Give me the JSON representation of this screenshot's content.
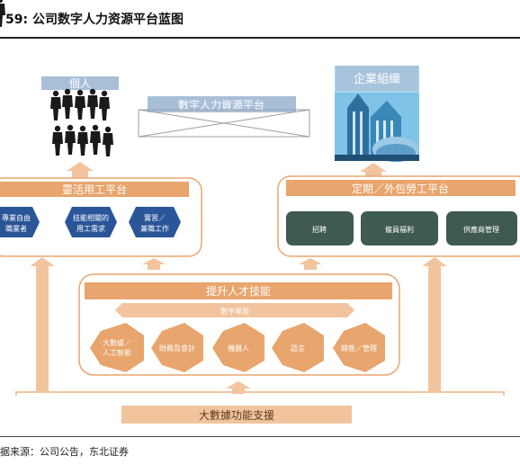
{
  "header": {
    "title": "59:  公司数字人力资源平台蓝图"
  },
  "footer": {
    "source": "据来源：公司公告，东北证券"
  },
  "diagram": {
    "individuals_label": "個人",
    "platform_label": "數字人力資源平台",
    "enterprise_label": "企業組織",
    "flex_platform": {
      "title": "靈活用工平台",
      "items": [
        "專業自由職業者",
        "技能相關的用工需求",
        "實習／兼職工作"
      ]
    },
    "fixed_platform": {
      "title": "定期／外包勞工平台",
      "items": [
        "招聘",
        "僱員福利",
        "供應商管理"
      ]
    },
    "skills_platform": {
      "title": "提升人才技能",
      "subtitle": "數字學習",
      "items": [
        "大數據／人工智能",
        "財務及會計",
        "機器人",
        "語言",
        "銷售／管理"
      ]
    },
    "bigdata_label": "大數據功能支援"
  },
  "colors": {
    "orange_dark": "#e8a56d",
    "orange_light": "#f5c9a3",
    "blue_hex": "#2b5599",
    "green_hex": "#3f5a4f",
    "blue_label": "#a8bfd8"
  }
}
